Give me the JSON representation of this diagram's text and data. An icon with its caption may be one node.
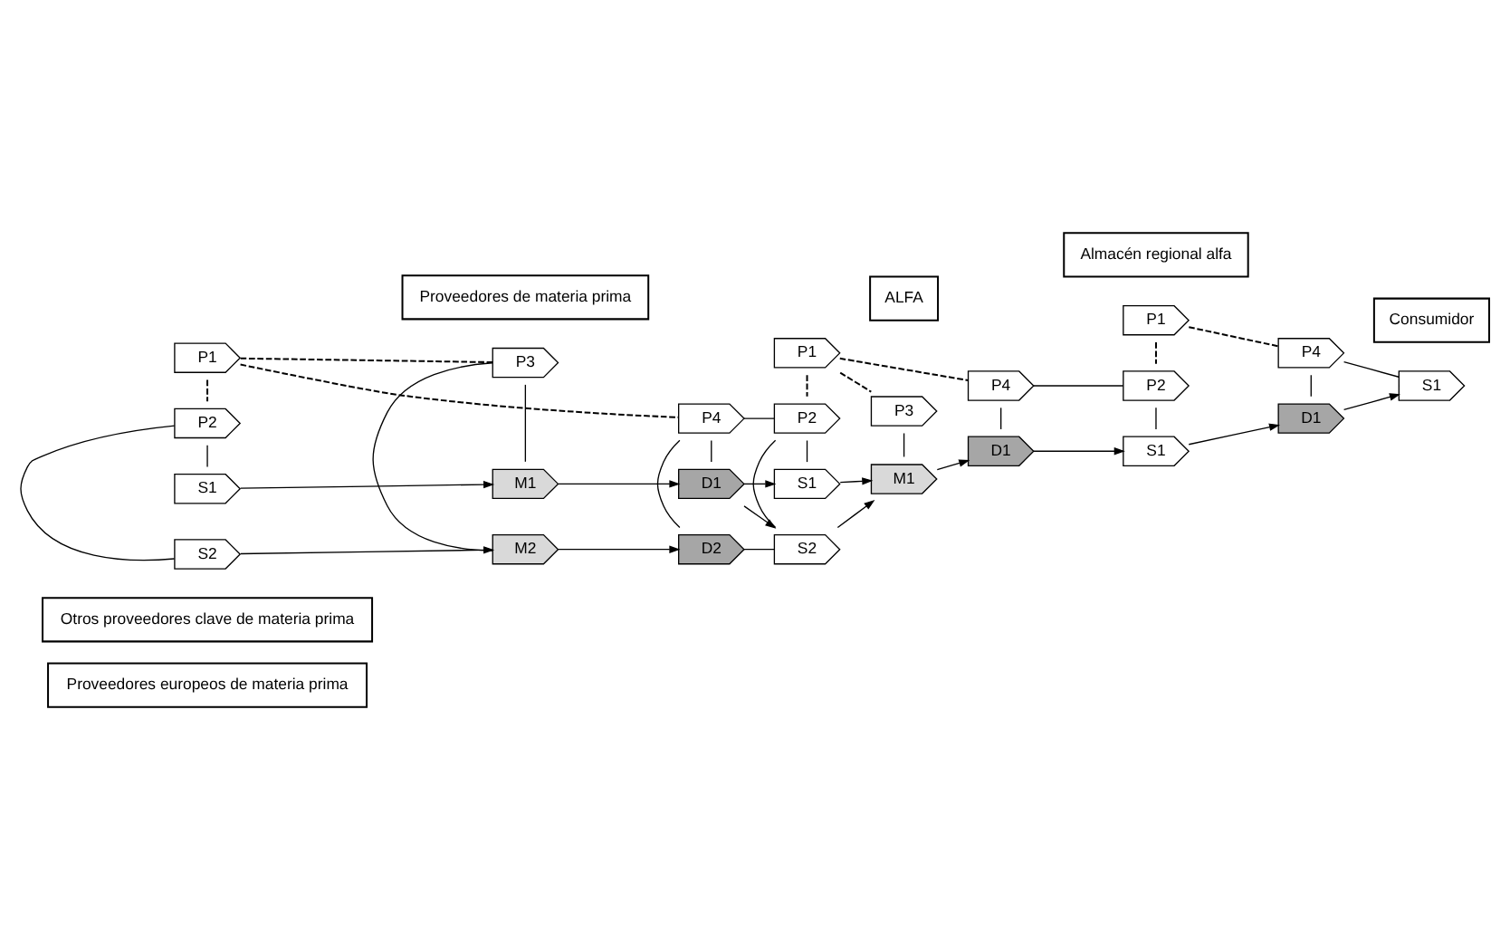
{
  "diagram": {
    "nodes": [
      {
        "text": [
          "Proveedores europeos de materia prima"
        ]
      },
      {
        "text": [
          "Otros proveedores clave de materia prima"
        ]
      },
      {
        "text": [
          "P1"
        ]
      },
      {
        "text": [
          "P2"
        ]
      },
      {
        "text": [
          "P3"
        ]
      },
      {
        "text": [
          "P4"
        ]
      },
      {
        "text": [
          "S2"
        ]
      },
      {
        "text": [
          "M2"
        ]
      },
      {
        "text": [
          "D2"
        ]
      },
      {
        "text": [
          "S1"
        ]
      },
      {
        "text": [
          "M1"
        ]
      },
      {
        "text": [
          "D1"
        ]
      },
      {
        "text": [
          "P1"
        ]
      },
      {
        "text": [
          "P2"
        ]
      },
      {
        "text": [
          "P3"
        ]
      },
      {
        "text": [
          "P4"
        ]
      },
      {
        "text": [
          "S2"
        ]
      },
      {
        "text": [
          "S1"
        ]
      },
      {
        "text": [
          "M1"
        ]
      },
      {
        "text": [
          "D1"
        ]
      },
      {
        "text": [
          "P1"
        ]
      },
      {
        "text": [
          "P2"
        ]
      },
      {
        "text": [
          "P4"
        ]
      },
      {
        "text": [
          "S1"
        ]
      },
      {
        "text": [
          "D1"
        ]
      },
      {
        "text": [
          "S1"
        ]
      },
      {
        "text": [
          "Proveedores de materia prima"
        ]
      },
      {
        "text": [
          "ALFA"
        ]
      },
      {
        "text": [
          "Almacén regional alfa"
        ]
      },
      {
        "text": [
          "Consumidor"
        ]
      }
    ],
    "edges": [
      {
        "from": 2,
        "to": 3,
        "arrow": "none",
        "style": "dashed"
      },
      {
        "from": 2,
        "to": 4,
        "arrow": "none",
        "style": "dashed"
      },
      {
        "from": 2,
        "to": 5,
        "arrow": "none",
        "style": "dashed"
      },
      {
        "from": 3,
        "to": 6,
        "arrow": "none"
      },
      {
        "from": 3,
        "to": 9,
        "arrow": "none"
      },
      {
        "from": 4,
        "to": 7,
        "arrow": "none"
      },
      {
        "from": 4,
        "to": 10,
        "arrow": "none"
      },
      {
        "from": 5,
        "to": 8,
        "arrow": "none"
      },
      {
        "from": 5,
        "to": 11,
        "arrow": "none"
      },
      {
        "from": 6,
        "to": 7,
        "arrow": "to"
      },
      {
        "from": 7,
        "to": 8,
        "arrow": "to"
      },
      {
        "from": 9,
        "to": 10,
        "arrow": "to"
      },
      {
        "from": 10,
        "to": 11,
        "arrow": "to"
      },
      {
        "from": 5,
        "to": 13,
        "arrow": "none"
      },
      {
        "from": 8,
        "to": 16,
        "arrow": "none"
      },
      {
        "from": 11,
        "to": 16,
        "arrow": "to"
      },
      {
        "from": 11,
        "to": 17,
        "arrow": "to"
      },
      {
        "from": 12,
        "to": 13,
        "arrow": "none",
        "style": "dashed"
      },
      {
        "from": 12,
        "to": 14,
        "arrow": "none",
        "style": "dashed"
      },
      {
        "from": 12,
        "to": 15,
        "arrow": "none",
        "style": "dashed"
      },
      {
        "from": 13,
        "to": 16,
        "arrow": "none"
      },
      {
        "from": 13,
        "to": 17,
        "arrow": "none"
      },
      {
        "from": 14,
        "to": 18,
        "arrow": "none"
      },
      {
        "from": 15,
        "to": 19,
        "arrow": "none"
      },
      {
        "from": 16,
        "to": 18,
        "arrow": "to"
      },
      {
        "from": 17,
        "to": 18,
        "arrow": "to"
      },
      {
        "from": 18,
        "to": 19,
        "arrow": "to"
      },
      {
        "from": 15,
        "to": 21,
        "arrow": "none"
      },
      {
        "from": 19,
        "to": 23,
        "arrow": "to"
      },
      {
        "from": 20,
        "to": 21,
        "arrow": "none",
        "style": "dashed"
      },
      {
        "from": 20,
        "to": 22,
        "arrow": "none",
        "style": "dashed"
      },
      {
        "from": 21,
        "to": 23,
        "arrow": "none"
      },
      {
        "from": 22,
        "to": 24,
        "arrow": "none"
      },
      {
        "from": 23,
        "to": 24,
        "arrow": "to"
      },
      {
        "from": 22,
        "to": 25,
        "arrow": "none"
      },
      {
        "from": 24,
        "to": 25,
        "arrow": "to"
      }
    ]
  }
}
